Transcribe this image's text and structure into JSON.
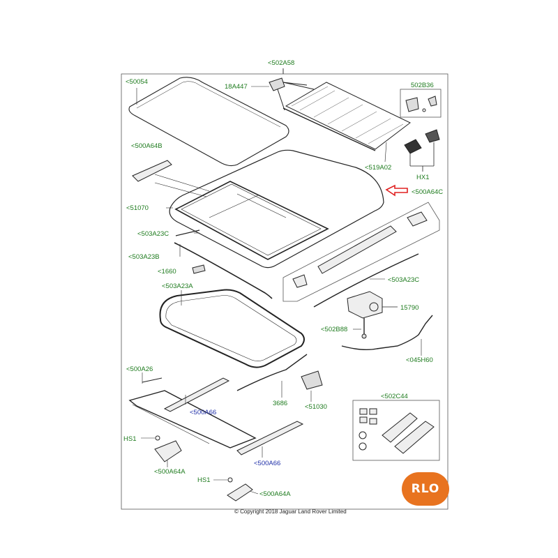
{
  "labels": {
    "l_502A58": "<502A58",
    "l_50054": "<50054",
    "l_18A447": "18A447",
    "l_502B36": "502B36",
    "l_500A64B": "<500A64B",
    "l_519A02": "<519A02",
    "l_HX1": "HX1",
    "l_500A64C": "<500A64C",
    "l_51070": "<51070",
    "l_503A23C_top": "<503A23C",
    "l_503A23B": "<503A23B",
    "l_1660": "<1660",
    "l_503A23A": "<503A23A",
    "l_503A23C_right": "<503A23C",
    "l_15790": "15790",
    "l_502B88": "<502B88",
    "l_045H60": "<045H60",
    "l_500A26": "<500A26",
    "l_500A66_a": "<500A66",
    "l_3686": "3686",
    "l_51030": "<51030",
    "l_502C44": "<502C44",
    "l_HS1_a": "HS1",
    "l_500A66_b": "<500A66",
    "l_500A64A_a": "<500A64A",
    "l_HS1_b": "HS1",
    "l_500A64A_b": "<500A64A"
  },
  "copyright": "© Copyright 2018 Jaguar Land Rover Limited",
  "logo_text": "RLO",
  "colors": {
    "label_green": "#1e7b1e",
    "label_blue": "#1f2fa8",
    "arrow_red": "#e02020",
    "logo_orange": "#e8731f"
  }
}
